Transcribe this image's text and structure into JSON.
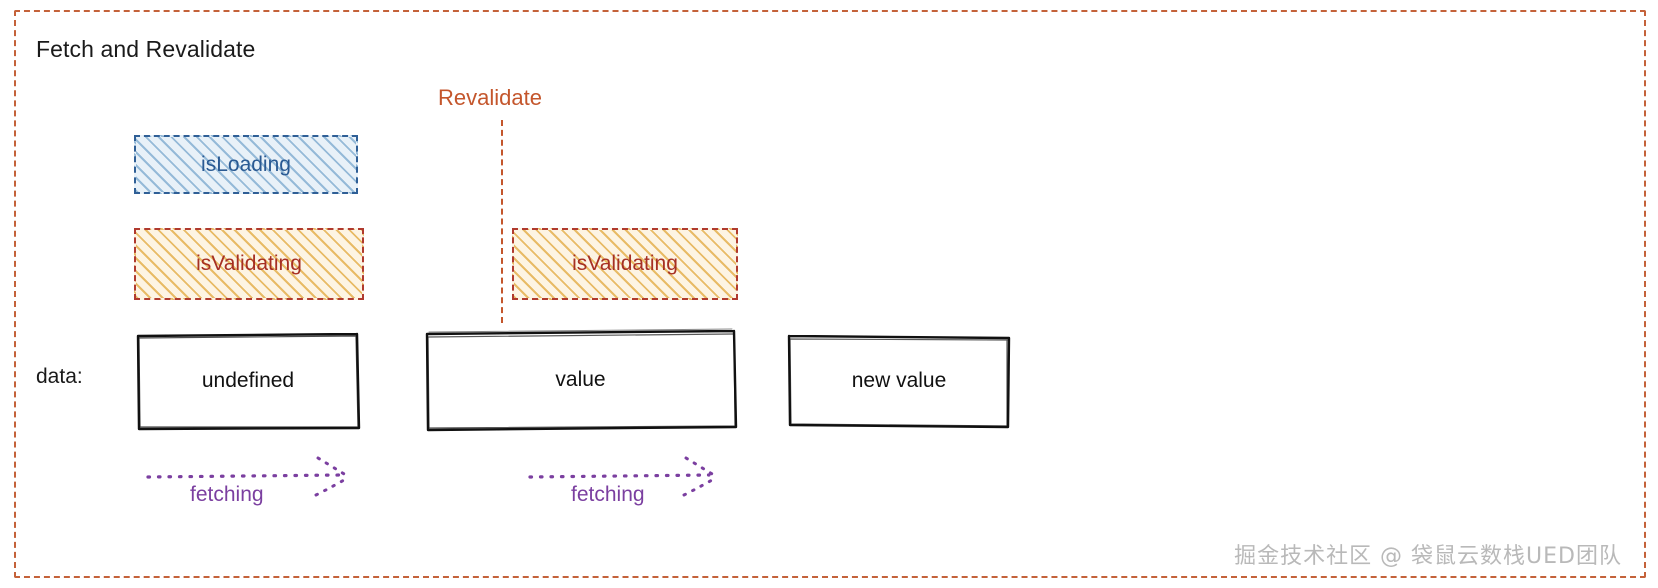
{
  "diagram": {
    "title": "Fetch and Revalidate",
    "frame_color": "#c4623a"
  },
  "revalidate": {
    "label": "Revalidate",
    "color": "#c4562c"
  },
  "states": {
    "loading": {
      "label": "isLoading",
      "text_color": "#2a5a93",
      "border_color": "#2f5f96",
      "hatch_color": "#508cbe"
    },
    "validating_first": {
      "label": "isValidating",
      "text_color": "#a62f23",
      "border_color": "#b03a2e",
      "hatch_color": "#e2a83c"
    },
    "validating_second": {
      "label": "isValidating",
      "text_color": "#a62f23",
      "border_color": "#b03a2e",
      "hatch_color": "#e2a83c"
    }
  },
  "data_row": {
    "label": "data:",
    "boxes": [
      {
        "value": "undefined"
      },
      {
        "value": "value"
      },
      {
        "value": "new value"
      }
    ]
  },
  "fetching": {
    "color": "#7b3fa0",
    "arrows": [
      {
        "label": "fetching"
      },
      {
        "label": "fetching"
      }
    ]
  },
  "watermark": {
    "text": "掘金技术社区 @ 袋鼠云数栈UED团队"
  }
}
